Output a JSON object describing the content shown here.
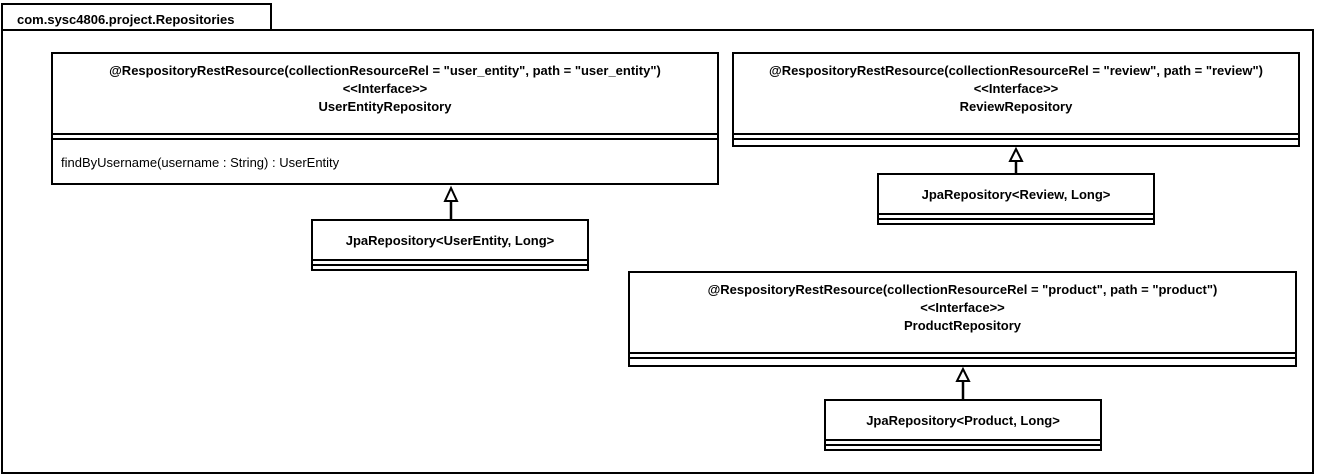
{
  "package": {
    "name": "com.sysc4806.project.Repositories"
  },
  "classes": {
    "user_repo": {
      "annotation": "@RespositoryRestResource(collectionResourceRel = \"user_entity\", path = \"user_entity\")",
      "stereotype": "<<Interface>>",
      "name": "UserEntityRepository",
      "operation": "findByUsername(username : String) : UserEntity"
    },
    "user_parent": {
      "name": "JpaRepository<UserEntity, Long>"
    },
    "review_repo": {
      "annotation": "@RespositoryRestResource(collectionResourceRel = \"review\", path = \"review\")",
      "stereotype": "<<Interface>>",
      "name": "ReviewRepository"
    },
    "review_parent": {
      "name": "JpaRepository<Review, Long>"
    },
    "product_repo": {
      "annotation": "@RespositoryRestResource(collectionResourceRel = \"product\", path = \"product\")",
      "stereotype": "<<Interface>>",
      "name": "ProductRepository"
    },
    "product_parent": {
      "name": "JpaRepository<Product, Long>"
    }
  }
}
